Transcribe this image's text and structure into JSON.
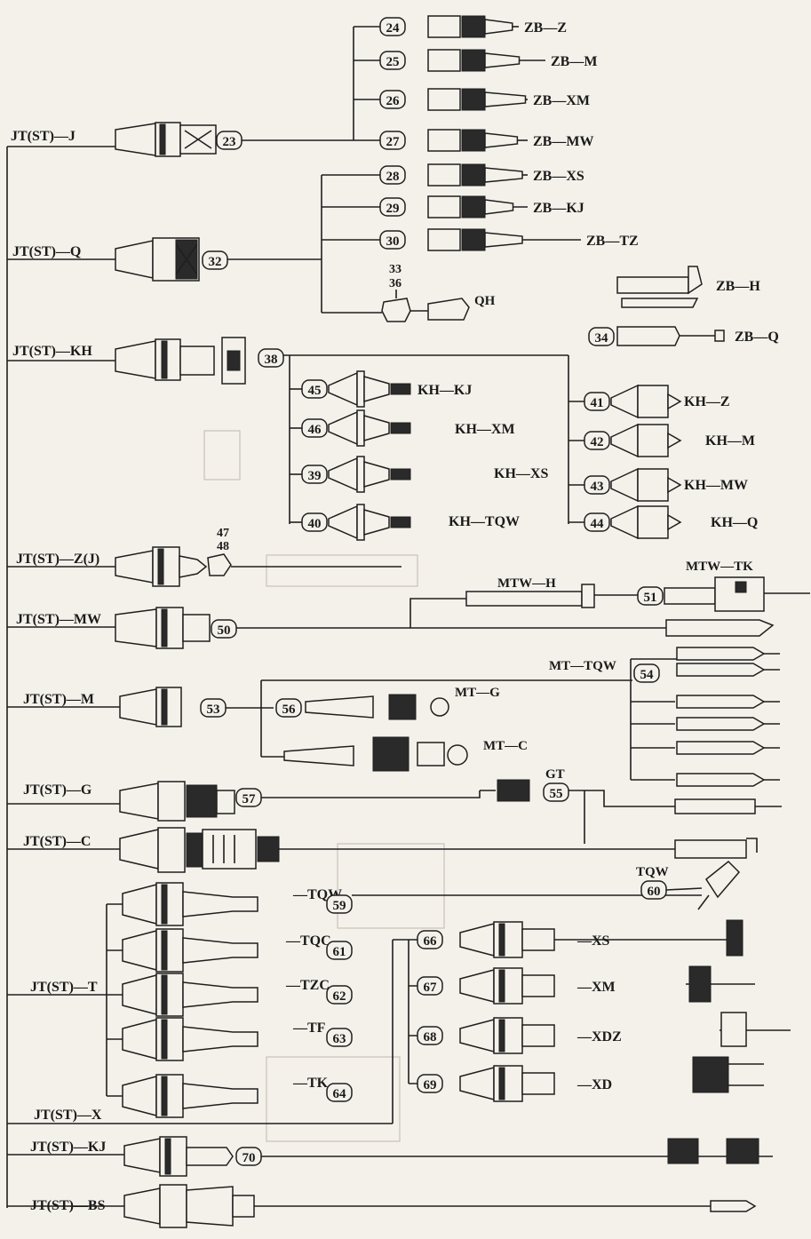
{
  "roots": [
    {
      "id": "j",
      "label": "JT(ST)—J"
    },
    {
      "id": "q",
      "label": "JT(ST)—Q"
    },
    {
      "id": "kh",
      "label": "JT(ST)—KH"
    },
    {
      "id": "zj",
      "label": "JT(ST)—Z(J)"
    },
    {
      "id": "mw",
      "label": "JT(ST)—MW"
    },
    {
      "id": "m",
      "label": "JT(ST)—M"
    },
    {
      "id": "g",
      "label": "JT(ST)—G"
    },
    {
      "id": "c",
      "label": "JT(ST)—C"
    },
    {
      "id": "t",
      "label": "JT(ST)—T"
    },
    {
      "id": "x",
      "label": "JT(ST)—X"
    },
    {
      "id": "kj",
      "label": "JT(ST)—KJ"
    },
    {
      "id": "bs",
      "label": "JT(ST)—BS"
    }
  ],
  "nodes": [
    {
      "n": "23"
    },
    {
      "n": "24",
      "label": "ZB—Z"
    },
    {
      "n": "25",
      "label": "ZB—M"
    },
    {
      "n": "26",
      "label": "ZB—XM"
    },
    {
      "n": "27",
      "label": "ZB—MW"
    },
    {
      "n": "28",
      "label": "ZB—XS"
    },
    {
      "n": "29",
      "label": "ZB—KJ"
    },
    {
      "n": "30",
      "label": "ZB—TZ"
    },
    {
      "n": "32"
    },
    {
      "n": "34",
      "label": "ZB—Q"
    },
    {
      "n": "38"
    },
    {
      "n": "41",
      "label": "KH—Z"
    },
    {
      "n": "42",
      "label": "KH—M"
    },
    {
      "n": "43",
      "label": "KH—MW"
    },
    {
      "n": "44",
      "label": "KH—Q"
    },
    {
      "n": "45",
      "label": "KH—KJ"
    },
    {
      "n": "46",
      "label": "KH—XM"
    },
    {
      "n": "39",
      "label": "KH—XS"
    },
    {
      "n": "40",
      "label": "KH—TQW"
    },
    {
      "n": "50"
    },
    {
      "n": "51"
    },
    {
      "n": "53"
    },
    {
      "n": "54"
    },
    {
      "n": "55"
    },
    {
      "n": "56"
    },
    {
      "n": "57"
    },
    {
      "n": "59",
      "label": "—TQW"
    },
    {
      "n": "61",
      "label": "—TQC"
    },
    {
      "n": "62",
      "label": "—TZC"
    },
    {
      "n": "63",
      "label": "—TF"
    },
    {
      "n": "64",
      "label": "—TK"
    },
    {
      "n": "60"
    },
    {
      "n": "66",
      "label": "—XS"
    },
    {
      "n": "67",
      "label": "—XM"
    },
    {
      "n": "68",
      "label": "—XDZ"
    },
    {
      "n": "69",
      "label": "—XD"
    },
    {
      "n": "70"
    }
  ],
  "extra_labels": {
    "zb_h": "ZB—H",
    "qh": "QH",
    "n3336a": "33",
    "n3336b": "36",
    "n4748a": "47",
    "n4748b": "48",
    "mtw_h": "MTW—H",
    "mtw_tk": "MTW—TK",
    "mt_tqw": "MT—TQW",
    "mt_g": "MT—G",
    "mt_c": "MT—C",
    "gt": "GT",
    "tqw": "TQW"
  },
  "colors": {
    "ink": "#1f1f1f",
    "paper": "#f4f1ea"
  }
}
